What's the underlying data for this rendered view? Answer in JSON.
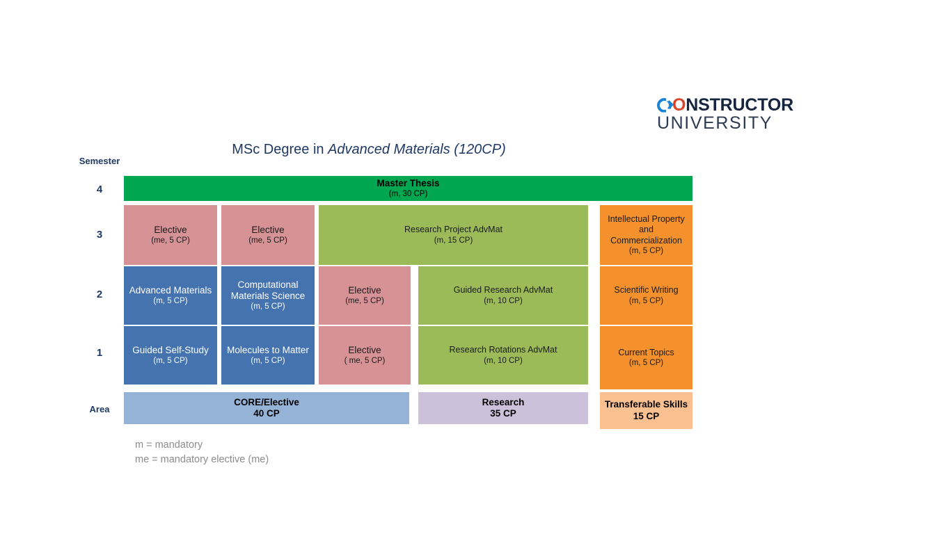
{
  "logo": {
    "brand_first": "C",
    "brand_o": "O",
    "brand_rest": "NSTRUCTOR",
    "line2": "UNIVERSITY",
    "colors": {
      "c_blue": "#1B84D6",
      "o_red": "#D8472B",
      "navy": "#17243E",
      "grey_navy": "#2C3A52"
    }
  },
  "title": {
    "plain": "MSc Degree in ",
    "emphasis": "Advanced Materials (120CP)"
  },
  "axis": {
    "semester_header": "Semester",
    "semester_4": "4",
    "semester_3": "3",
    "semester_2": "2",
    "semester_1": "1",
    "area_header": "Area",
    "label_color": "#1F3864"
  },
  "chart_data": {
    "type": "table",
    "title": "MSc Degree in Advanced Materials (120CP)",
    "xlabel": "",
    "ylabel": "Semester",
    "row_labels": [
      "4",
      "3",
      "2",
      "1",
      "Area"
    ],
    "legend": [
      "m = mandatory",
      "me = mandatory elective (me)"
    ],
    "colors": {
      "thesis_green": "#00A650",
      "elective_pink": "#D79295",
      "core_blue": "#4573B0",
      "research_olive": "#9BBB59",
      "skills_orange": "#F5912C",
      "area_core_ltblue": "#95B3D7",
      "area_research_purple": "#CCC0DA",
      "area_skills_ltorange": "#FAC090"
    },
    "rows": [
      {
        "semester": "4",
        "cells": [
          {
            "title": "Master Thesis",
            "credits": "(m, 30 CP)",
            "cp": 30,
            "type": "m",
            "color": "#00A650",
            "span": "full"
          }
        ]
      },
      {
        "semester": "3",
        "cells": [
          {
            "title": "Elective",
            "credits": "(me, 5 CP)",
            "cp": 5,
            "type": "me",
            "color": "#D79295"
          },
          {
            "title": "Elective",
            "credits": "(me, 5 CP)",
            "cp": 5,
            "type": "me",
            "color": "#D79295"
          },
          {
            "title": "Research  Project AdvMat",
            "credits": "(m, 15 CP)",
            "cp": 15,
            "type": "m",
            "color": "#9BBB59"
          },
          {
            "title": "Intellectual Property and Commercialization",
            "credits": "(m, 5 CP)",
            "cp": 5,
            "type": "m",
            "color": "#F5912C"
          }
        ]
      },
      {
        "semester": "2",
        "cells": [
          {
            "title": "Advanced Materials",
            "credits": "(m, 5 CP)",
            "cp": 5,
            "type": "m",
            "color": "#4573B0"
          },
          {
            "title": "Computational Materials Science",
            "credits": "(m, 5 CP)",
            "cp": 5,
            "type": "m",
            "color": "#4573B0"
          },
          {
            "title": "Elective",
            "credits": "(me, 5 CP)",
            "cp": 5,
            "type": "me",
            "color": "#D79295"
          },
          {
            "title": "Guided Research AdvMat",
            "credits": "(m, 10 CP)",
            "cp": 10,
            "type": "m",
            "color": "#9BBB59"
          },
          {
            "title": "Scientific Writing",
            "credits": "(m, 5 CP)",
            "cp": 5,
            "type": "m",
            "color": "#F5912C"
          }
        ]
      },
      {
        "semester": "1",
        "cells": [
          {
            "title": "Guided Self-Study",
            "credits": "(m, 5 CP)",
            "cp": 5,
            "type": "m",
            "color": "#4573B0"
          },
          {
            "title": "Molecules to Matter",
            "credits": "(m, 5 CP)",
            "cp": 5,
            "type": "m",
            "color": "#4573B0"
          },
          {
            "title": "Elective",
            "credits": "( me, 5 CP)",
            "cp": 5,
            "type": "me",
            "color": "#D79295"
          },
          {
            "title": "Research Rotations AdvMat",
            "credits": "(m, 10 CP)",
            "cp": 10,
            "type": "m",
            "color": "#9BBB59"
          },
          {
            "title": "Current Topics",
            "credits": "(m, 5 CP)",
            "cp": 5,
            "type": "m",
            "color": "#F5912C"
          }
        ]
      },
      {
        "semester": "Area",
        "cells": [
          {
            "title": "CORE/Elective",
            "credits": "40 CP",
            "cp": 40,
            "color": "#95B3D7"
          },
          {
            "title": "Research",
            "credits": "35 CP",
            "cp": 35,
            "color": "#CCC0DA"
          },
          {
            "title": "Transferable Skills",
            "credits": "15 CP",
            "cp": 15,
            "color": "#FAC090"
          }
        ]
      }
    ],
    "totals": {
      "core_elective": 40,
      "research": 35,
      "transferable_skills": 15,
      "degree": 120
    }
  },
  "cells": {
    "s4_thesis_title": "Master Thesis",
    "s4_thesis_cp": "(m, 30 CP)",
    "s3_elective1_title": "Elective",
    "s3_elective1_cp": "(me, 5 CP)",
    "s3_elective2_title": "Elective",
    "s3_elective2_cp": "(me, 5 CP)",
    "s3_project_title": "Research  Project AdvMat",
    "s3_project_cp": "(m, 15 CP)",
    "s3_ip_title": "Intellectual Property and Commercialization",
    "s3_ip_cp": "(m, 5 CP)",
    "s2_advmat_title": "Advanced Materials",
    "s2_advmat_cp": "(m, 5 CP)",
    "s2_comp_title": "Computational Materials Science",
    "s2_comp_cp": "(m, 5 CP)",
    "s2_elective_title": "Elective",
    "s2_elective_cp": "(me, 5 CP)",
    "s2_guided_title": "Guided Research AdvMat",
    "s2_guided_cp": "(m, 10 CP)",
    "s2_sciwrite_title": "Scientific Writing",
    "s2_sciwrite_cp": "(m, 5 CP)",
    "s1_selfstudy_title": "Guided Self-Study",
    "s1_selfstudy_cp": "(m, 5 CP)",
    "s1_molecules_title": "Molecules to Matter",
    "s1_molecules_cp": "(m, 5 CP)",
    "s1_elective_title": "Elective",
    "s1_elective_cp": "( me, 5 CP)",
    "s1_rotations_title": "Research Rotations AdvMat",
    "s1_rotations_cp": "(m, 10 CP)",
    "s1_current_title": "Current Topics",
    "s1_current_cp": "(m, 5 CP)",
    "area_core_title": "CORE/Elective",
    "area_core_cp": "40 CP",
    "area_research_title": "Research",
    "area_research_cp": "35 CP",
    "area_skills_title": "Transferable Skills",
    "area_skills_cp": "15 CP"
  },
  "legend": {
    "line1": "m = mandatory",
    "line2": "me = mandatory elective (me)"
  }
}
